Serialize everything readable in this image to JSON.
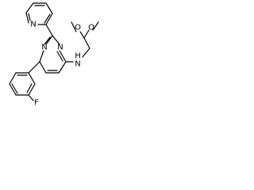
{
  "molecule": {
    "atoms": {
      "pyridine_n": "N",
      "pyrimidine_n_top": "N",
      "pyrimidine_n_right": "N",
      "amine_n": "N",
      "amine_h": "H",
      "methoxy_o_1": "O",
      "methoxy_o_2": "O",
      "fluorine": "F"
    }
  }
}
